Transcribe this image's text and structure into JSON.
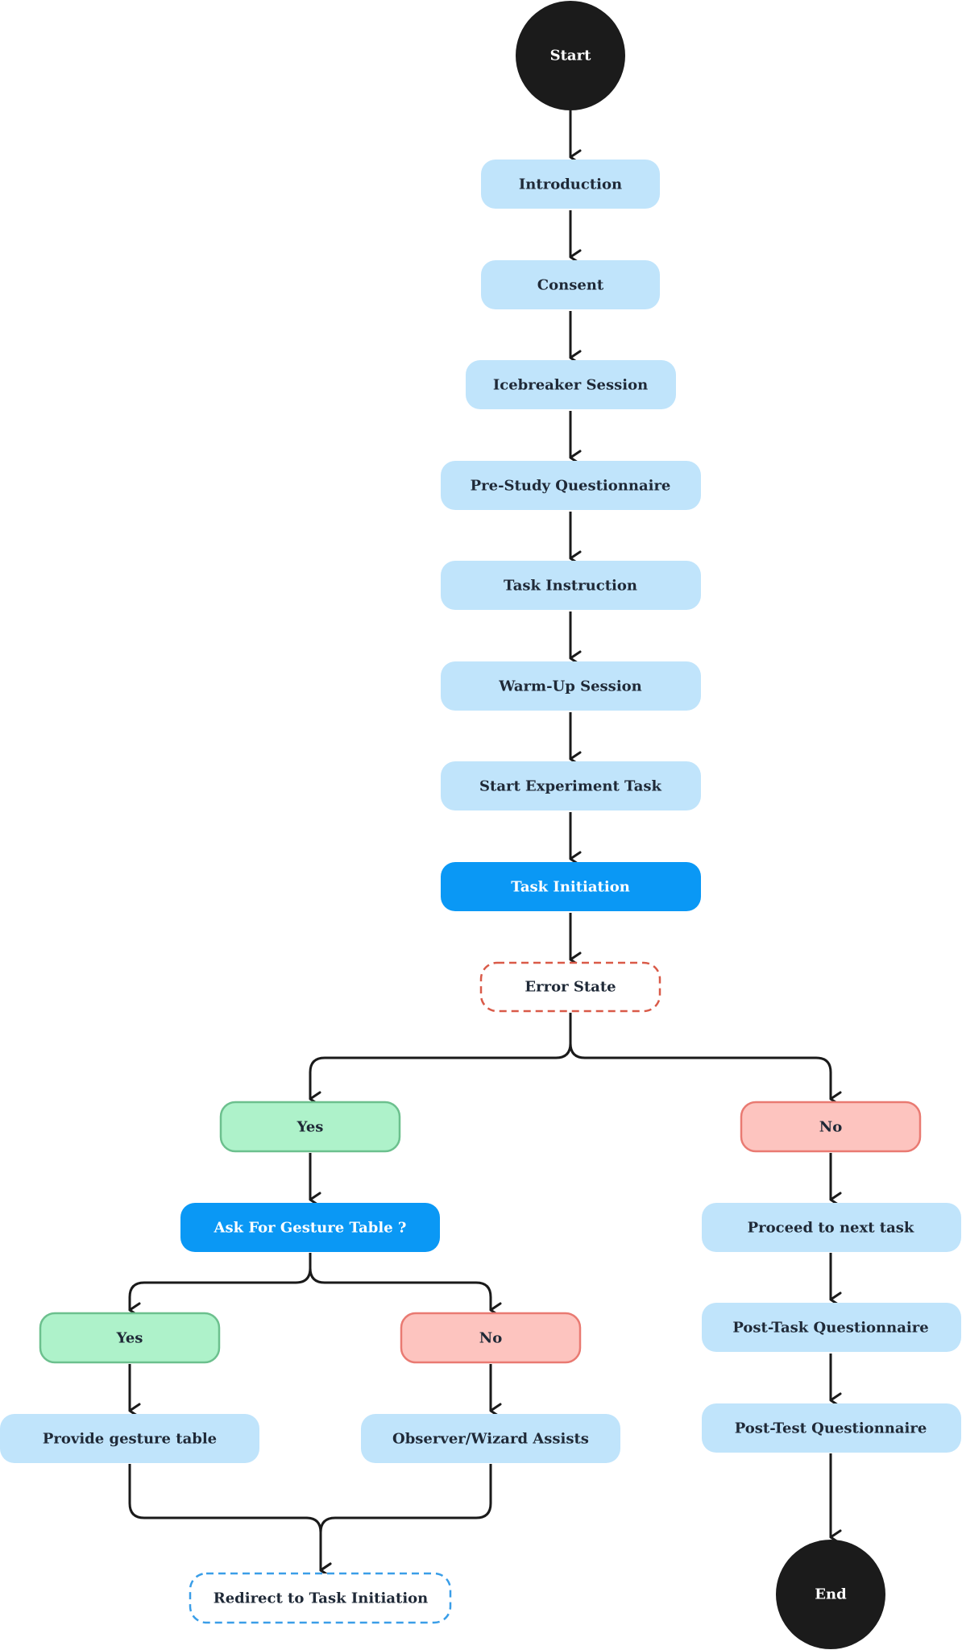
{
  "nodes": {
    "start": {
      "label": "Start"
    },
    "introduction": {
      "label": "Introduction"
    },
    "consent": {
      "label": "Consent"
    },
    "icebreaker": {
      "label": "Icebreaker Session"
    },
    "pre_study": {
      "label": "Pre-Study Questionnaire"
    },
    "task_instruction": {
      "label": "Task Instruction"
    },
    "warm_up": {
      "label": "Warm-Up Session"
    },
    "start_experiment": {
      "label": "Start Experiment Task"
    },
    "task_initiation": {
      "label": "Task Initiation"
    },
    "error_state": {
      "label": "Error State"
    },
    "yes_error": {
      "label": "Yes"
    },
    "no_error": {
      "label": "No"
    },
    "ask_gesture": {
      "label": "Ask For Gesture Table ?"
    },
    "yes_gesture": {
      "label": "Yes"
    },
    "no_gesture": {
      "label": "No"
    },
    "provide_gesture": {
      "label": "Provide gesture table"
    },
    "observer_assists": {
      "label": "Observer/Wizard Assists"
    },
    "redirect": {
      "label": "Redirect to Task Initiation"
    },
    "proceed_next": {
      "label": "Proceed to next task"
    },
    "post_task": {
      "label": "Post-Task Questionnaire"
    },
    "post_test": {
      "label": "Post-Test Questionnaire"
    },
    "end": {
      "label": "End"
    }
  },
  "colors": {
    "step_fill": "#c0e4fb",
    "highlight_fill": "#0a98f5",
    "yes_fill": "#aef2ca",
    "yes_stroke": "#6cc08e",
    "no_fill": "#fdc4bf",
    "no_stroke": "#e97a72",
    "error_stroke": "#d95a48",
    "redirect_stroke": "#3a9ee8",
    "terminal_fill": "#1b1b1b",
    "text": "#1f2937",
    "text_light": "#ffffff",
    "edge": "#1a1a1a"
  }
}
